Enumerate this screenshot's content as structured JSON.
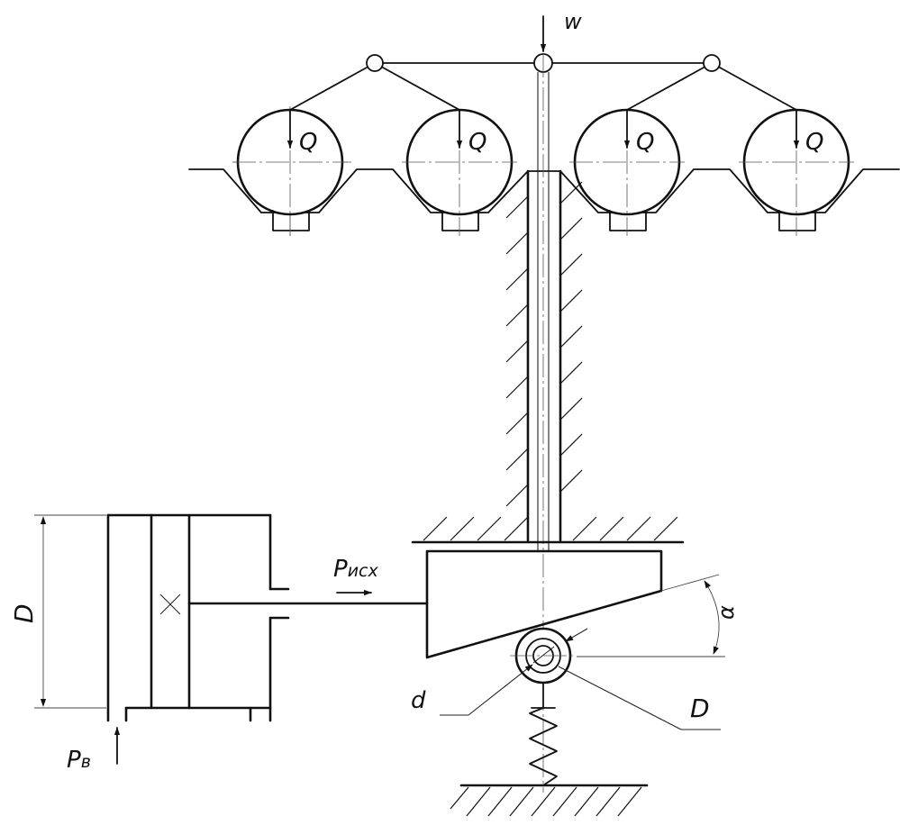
{
  "labels": {
    "w": "w",
    "q": "Q",
    "p_out": "P",
    "p_out_sub": "исх",
    "p_in": "P",
    "p_in_sub": "в",
    "cyl_diameter": "D",
    "ball_diameter": "D",
    "ball_small": "d",
    "angle": "α"
  }
}
